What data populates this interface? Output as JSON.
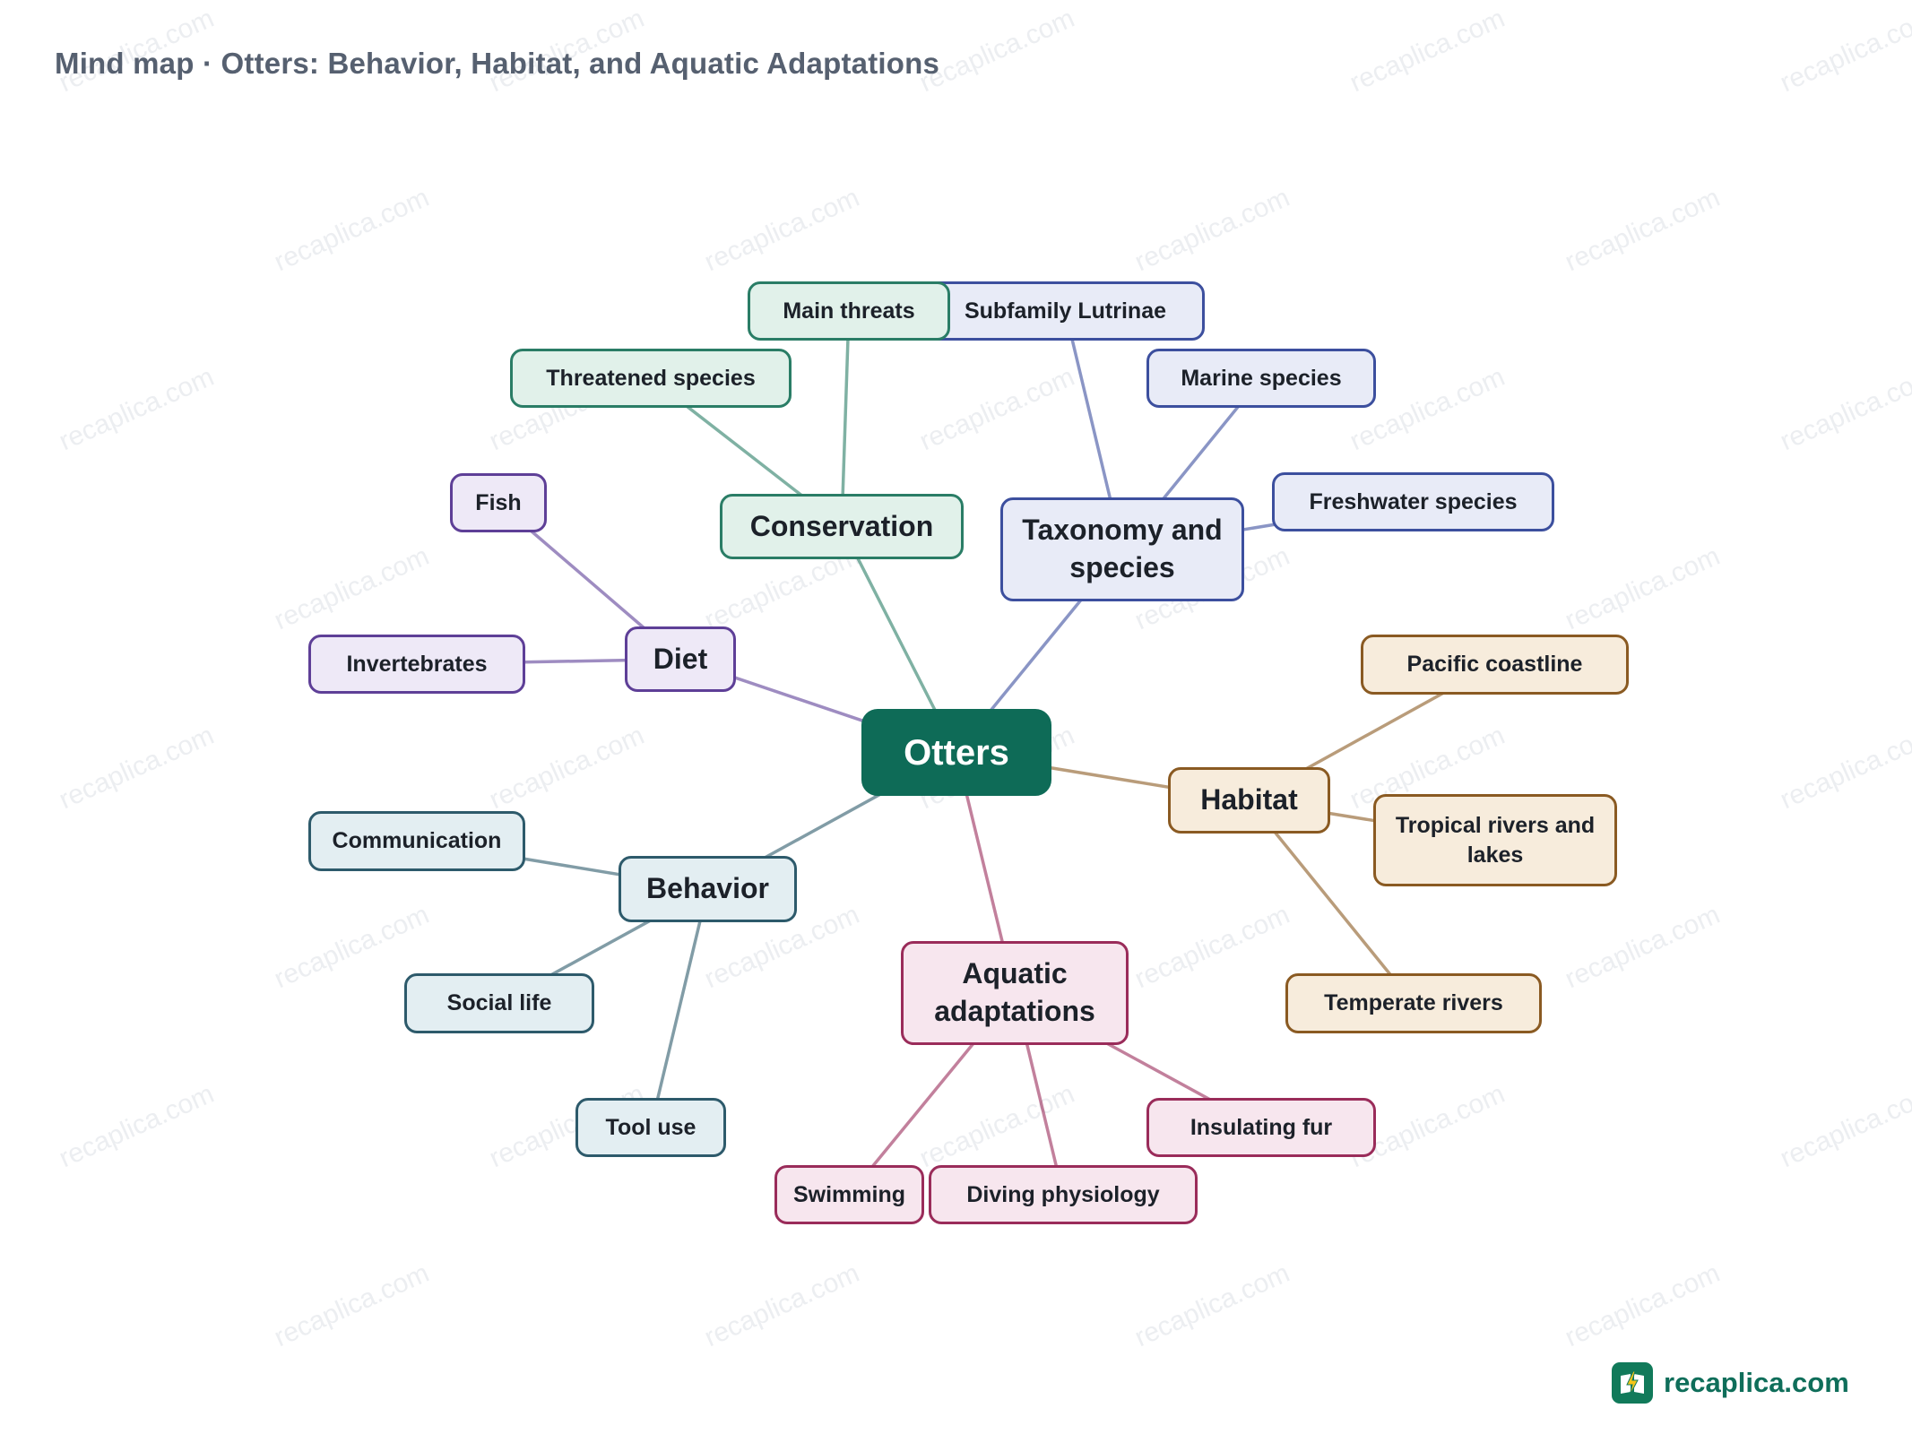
{
  "title": "Mind map · Otters: Behavior, Habitat, and Aquatic Adaptations",
  "watermark_text": "recaplica.com",
  "brand": {
    "name": "recaplica.com",
    "icon": "book-lightning-icon"
  },
  "mindmap": {
    "root": {
      "label": "Otters",
      "color": "#0e6b57"
    },
    "branches": [
      {
        "label": "Conservation",
        "color": "#2a7d66",
        "fill": "#e1f1ea",
        "children": [
          "Threatened species",
          "Main threats"
        ]
      },
      {
        "label": "Taxonomy and species",
        "color": "#3c4f9e",
        "fill": "#e8ebf7",
        "children": [
          "Subfamily Lutrinae",
          "Marine species",
          "Freshwater species"
        ]
      },
      {
        "label": "Diet",
        "color": "#5e3f97",
        "fill": "#eee9f7",
        "children": [
          "Fish",
          "Invertebrates"
        ]
      },
      {
        "label": "Habitat",
        "color": "#8a5a22",
        "fill": "#f7ecdc",
        "children": [
          "Pacific coastline",
          "Tropical rivers and lakes",
          "Temperate rivers"
        ]
      },
      {
        "label": "Behavior",
        "color": "#2d5a6b",
        "fill": "#e3eef2",
        "children": [
          "Communication",
          "Social life",
          "Tool use"
        ]
      },
      {
        "label": "Aquatic adaptations",
        "color": "#9a2c5a",
        "fill": "#f7e6ee",
        "children": [
          "Swimming",
          "Diving physiology",
          "Insulating fur"
        ]
      }
    ]
  }
}
